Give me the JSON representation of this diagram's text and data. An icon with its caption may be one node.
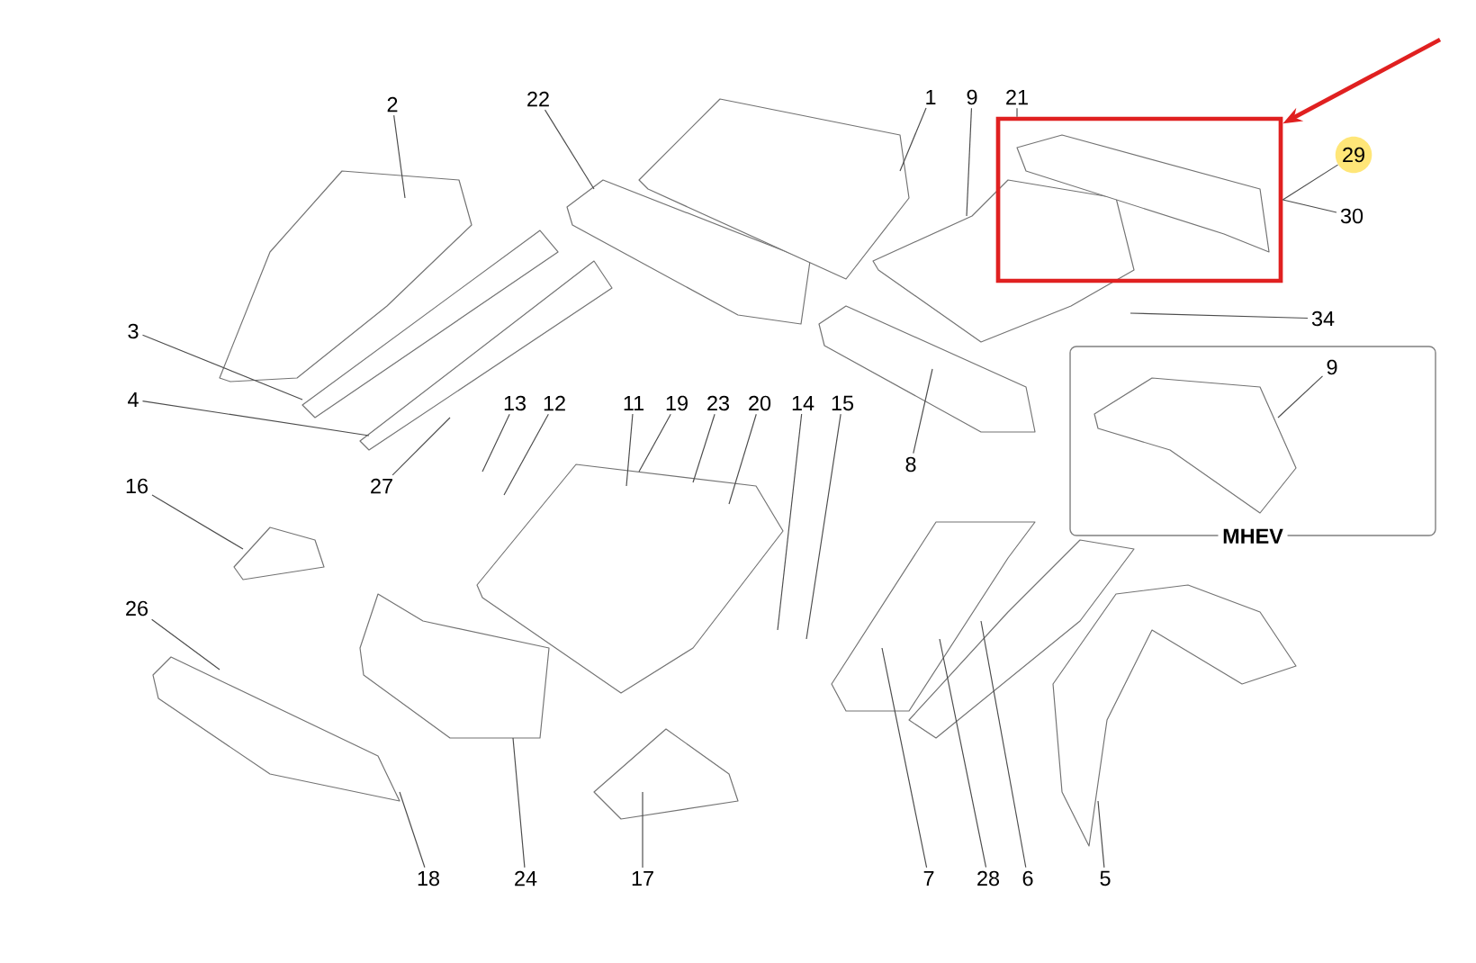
{
  "diagram": {
    "nodes": [
      {
        "text": [
          "2"
        ]
      },
      {
        "text": [
          "22"
        ]
      },
      {
        "text": [
          "1"
        ]
      },
      {
        "text": [
          "9"
        ]
      },
      {
        "text": [
          "21"
        ]
      },
      {
        "text": [
          "29"
        ]
      },
      {
        "text": [
          "30"
        ]
      },
      {
        "text": [
          "3"
        ]
      },
      {
        "text": [
          "4"
        ]
      },
      {
        "text": [
          "34"
        ]
      },
      {
        "text": [
          "8"
        ]
      },
      {
        "text": [
          "27"
        ]
      },
      {
        "text": [
          "13"
        ]
      },
      {
        "text": [
          "12"
        ]
      },
      {
        "text": [
          "11"
        ]
      },
      {
        "text": [
          "19"
        ]
      },
      {
        "text": [
          "23"
        ]
      },
      {
        "text": [
          "20"
        ]
      },
      {
        "text": [
          "14"
        ]
      },
      {
        "text": [
          "15"
        ]
      },
      {
        "text": [
          "16"
        ]
      },
      {
        "text": [
          "MHEV"
        ]
      },
      {
        "text": [
          "9"
        ],
        "in": 21
      },
      {
        "text": [
          "26"
        ]
      },
      {
        "text": [
          "18"
        ]
      },
      {
        "text": [
          "24"
        ]
      },
      {
        "text": [
          "17"
        ]
      },
      {
        "text": [
          "7"
        ]
      },
      {
        "text": [
          "28"
        ]
      },
      {
        "text": [
          "6"
        ]
      },
      {
        "text": [
          "5"
        ]
      },
      {
        "text": [],
        "shape": "box"
      }
    ],
    "edges": [
      {
        "from": 0,
        "to": null,
        "arrow": "none"
      },
      {
        "from": 1,
        "to": null,
        "arrow": "none"
      },
      {
        "from": 2,
        "to": null,
        "arrow": "none"
      },
      {
        "from": 3,
        "to": null,
        "arrow": "none"
      },
      {
        "from": 4,
        "to": 31,
        "arrow": "none"
      },
      {
        "from": 5,
        "to": 31,
        "arrow": "none"
      },
      {
        "from": 6,
        "to": 31,
        "arrow": "none"
      },
      {
        "from": 7,
        "to": null,
        "arrow": "none"
      },
      {
        "from": 8,
        "to": null,
        "arrow": "none"
      },
      {
        "from": 9,
        "to": null,
        "arrow": "none"
      },
      {
        "from": 10,
        "to": null,
        "arrow": "none"
      },
      {
        "from": 11,
        "to": null,
        "arrow": "none"
      },
      {
        "from": 12,
        "to": null,
        "arrow": "none"
      },
      {
        "from": 13,
        "to": null,
        "arrow": "none"
      },
      {
        "from": 14,
        "to": null,
        "arrow": "none"
      },
      {
        "from": 15,
        "to": null,
        "arrow": "none"
      },
      {
        "from": 16,
        "to": null,
        "arrow": "none"
      },
      {
        "from": 17,
        "to": null,
        "arrow": "none"
      },
      {
        "from": 18,
        "to": null,
        "arrow": "none"
      },
      {
        "from": 19,
        "to": null,
        "arrow": "none"
      },
      {
        "from": 20,
        "to": null,
        "arrow": "none"
      },
      {
        "from": 22,
        "to": null,
        "arrow": "none"
      },
      {
        "from": 23,
        "to": null,
        "arrow": "none"
      },
      {
        "from": 24,
        "to": null,
        "arrow": "none"
      },
      {
        "from": 25,
        "to": null,
        "arrow": "none"
      },
      {
        "from": 26,
        "to": null,
        "arrow": "none"
      },
      {
        "from": 27,
        "to": null,
        "arrow": "none"
      },
      {
        "from": 28,
        "to": null,
        "arrow": "none"
      },
      {
        "from": 29,
        "to": null,
        "arrow": "none"
      },
      {
        "from": 30,
        "to": null,
        "arrow": "none"
      },
      {
        "from": null,
        "to": 31,
        "arrow": "to",
        "style": "thick",
        "color": "#e02020"
      }
    ]
  }
}
